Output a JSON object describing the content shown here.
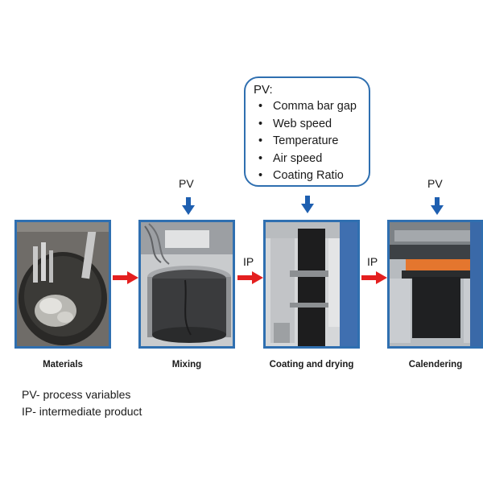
{
  "pv_box": {
    "title": "PV:",
    "items": [
      "Comma bar gap",
      "Web speed",
      "Temperature",
      "Air speed",
      "Coating Ratio"
    ]
  },
  "stages": [
    {
      "label": "Materials"
    },
    {
      "label": "Mixing",
      "input_label": "PV"
    },
    {
      "label": "Coating and drying"
    },
    {
      "label": "Calendering",
      "input_label": "PV"
    }
  ],
  "transitions": [
    "",
    "IP",
    "IP"
  ],
  "legend": {
    "pv": "PV- process variables",
    "ip": "IP- intermediate product"
  },
  "colors": {
    "frame_blue": "#2f6fb0",
    "arrow_red": "#e41f1f",
    "arrow_blue": "#1e5fb0"
  }
}
